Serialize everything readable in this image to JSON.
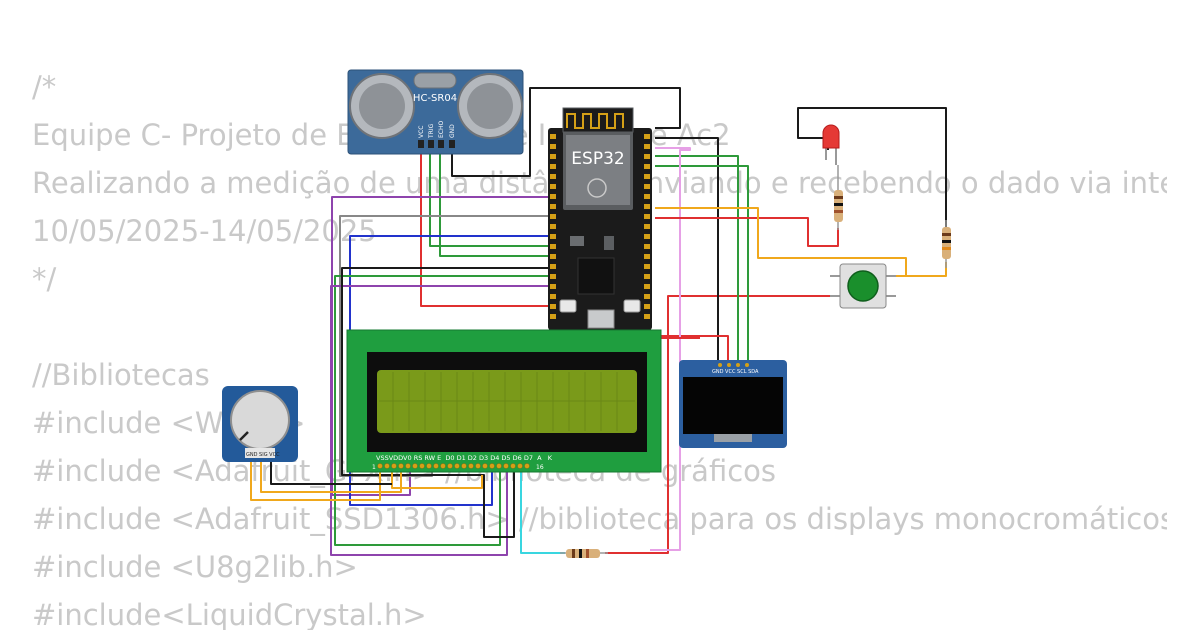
{
  "code": {
    "lines": [
      "/*",
      "Equipe C- Projeto de Engenharia e Interface Ac2",
      "Realizando a medição de uma distância, enviando e recebendo o dado via internet",
      "10/05/2025-14/05/2025",
      "*/",
      "",
      "//Bibliotecas",
      "#include <WiFi.h>",
      "#include <Adafruit_GFX.h> //biblioteca de gráficos",
      "#include <Adafruit_SSD1306.h> //biblioteca para os displays monocromáticos",
      "#include <U8g2lib.h>",
      "#include<LiquidCrystal.h>"
    ]
  },
  "components": {
    "ultrasonic": {
      "label": "HC-SR04",
      "pins": [
        "VCC",
        "TRIG",
        "ECHO",
        "GND"
      ]
    },
    "esp32": {
      "label": "ESP32"
    },
    "lcd": {
      "pin_labels": "VSSVDDV0 RS RW E  D0 D1 D2 D3 D4 D5 D6 D7  A   K",
      "pin_first": "1",
      "pin_last": "16"
    },
    "oled": {
      "pins": "GND VCC SCL SDA"
    },
    "potentiometer": {
      "pins": "GND SIG VCC"
    },
    "led": {
      "color": "#e53935"
    },
    "button": {
      "color": "#1a8f2c"
    }
  },
  "colors": {
    "board_blue": "#3c6a9a",
    "lcd_green": "#1f9e3f",
    "lcd_screen": "#7a9a1a",
    "esp_black": "#1b1b1b",
    "wire_red": "#e03030",
    "wire_black": "#1a1a1a",
    "wire_green": "#2e9a3a",
    "wire_purple": "#8e44ad",
    "wire_blue": "#2233cc",
    "wire_yellow": "#f0a81c",
    "wire_gray": "#888888",
    "wire_pink": "#e6a0e6",
    "wire_cyan": "#39d6e0"
  }
}
